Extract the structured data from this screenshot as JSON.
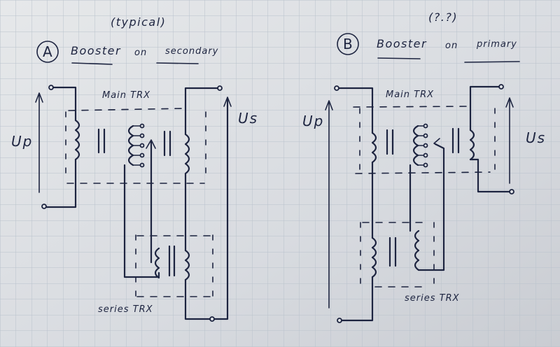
{
  "panel_a": {
    "note": "(typical)",
    "circle_letter": "A",
    "title_word1": "Booster",
    "title_word2": "on",
    "title_word3": "secondary",
    "main_trx_label": "Main TRX",
    "series_trx_label": "series TRX",
    "up_label": "Up",
    "us_label": "Us"
  },
  "panel_b": {
    "note": "(?.?)",
    "circle_letter": "B",
    "title_word1": "Booster",
    "title_word2": "on",
    "title_word3": "primary",
    "main_trx_label": "Main TRX",
    "series_trx_label": "series TRX",
    "up_label": "Up",
    "us_label": "Us"
  },
  "colors": {
    "paper": "#dcdfe3",
    "grid": "#b9c2cc",
    "ink": "#1d2440"
  }
}
